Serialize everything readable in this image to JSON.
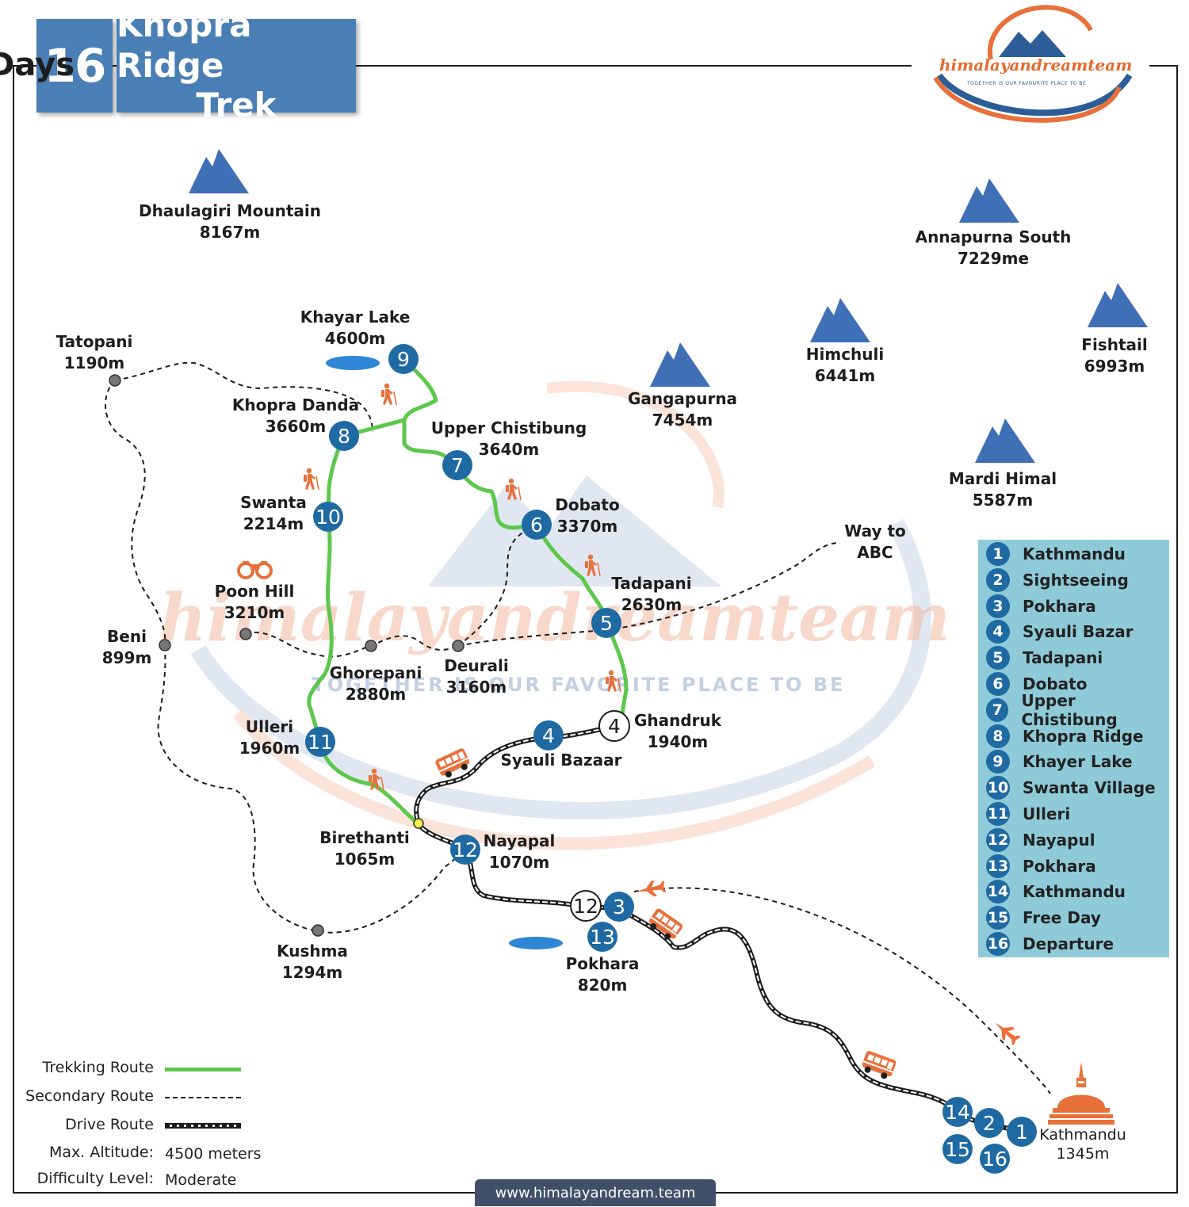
{
  "title": {
    "days_number": "16",
    "days_word": "Days",
    "line1": "Khopra Ridge",
    "line2": "Trek"
  },
  "logo": {
    "name": "himalayandreamteam",
    "tagline": "TOGETHER IS OUR FAVOURITE PLACE TO BE"
  },
  "watermark": {
    "name": "himalayandreamteam",
    "tagline": "TOGETHER IS OUR FAVORITE PLACE TO BE"
  },
  "mountains": [
    {
      "name": "Dhaulagiri Mountain",
      "alt": "8167m"
    },
    {
      "name": "Annapurna South",
      "alt": "7229me"
    },
    {
      "name": "Gangapurna",
      "alt": "7454m"
    },
    {
      "name": "Himchuli",
      "alt": "6441m"
    },
    {
      "name": "Fishtail",
      "alt": "6993m"
    },
    {
      "name": "Mardi Himal",
      "alt": "5587m"
    }
  ],
  "places": {
    "khayar_lake": {
      "name": "Khayar Lake",
      "alt": "4600m"
    },
    "tatopani": {
      "name": "Tatopani",
      "alt": "1190m"
    },
    "khopra_danda": {
      "name": "Khopra Danda",
      "alt": "3660m"
    },
    "upper_chistibung": {
      "name": "Upper Chistibung",
      "alt": "3640m"
    },
    "swanta": {
      "name": "Swanta",
      "alt": "2214m"
    },
    "dobato": {
      "name": "Dobato",
      "alt": "3370m"
    },
    "way_abc": {
      "line1": "Way to",
      "line2": "ABC"
    },
    "poon_hill": {
      "name": "Poon Hill",
      "alt": "3210m"
    },
    "tadapani": {
      "name": "Tadapani",
      "alt": "2630m"
    },
    "beni": {
      "name": "Beni",
      "alt": "899m"
    },
    "ghorepani": {
      "name": "Ghorepani",
      "alt": "2880m"
    },
    "deurali": {
      "name": "Deurali",
      "alt": "3160m"
    },
    "ulleri": {
      "name": "Ulleri",
      "alt": "1960m"
    },
    "ghandruk": {
      "name": "Ghandruk",
      "alt": "1940m"
    },
    "syauli_bazaar": {
      "name": "Syauli Bazaar"
    },
    "birethanti": {
      "name": "Birethanti",
      "alt": "1065m"
    },
    "nayapal": {
      "name": "Nayapal",
      "alt": "1070m"
    },
    "kushma": {
      "name": "Kushma",
      "alt": "1294m"
    },
    "pokhara": {
      "name": "Pokhara",
      "alt": "820m"
    },
    "kathmandu": {
      "name": "Kathmandu",
      "alt": "1345m"
    }
  },
  "markers": [
    "1",
    "2",
    "3",
    "4",
    "5",
    "6",
    "7",
    "8",
    "9",
    "10",
    "11",
    "12",
    "13",
    "14",
    "15",
    "16"
  ],
  "itinerary": [
    {
      "day": "1",
      "place": "Kathmandu"
    },
    {
      "day": "2",
      "place": "Sightseeing"
    },
    {
      "day": "3",
      "place": "Pokhara"
    },
    {
      "day": "4",
      "place": "Syauli Bazar"
    },
    {
      "day": "5",
      "place": "Tadapani"
    },
    {
      "day": "6",
      "place": "Dobato"
    },
    {
      "day": "7",
      "place": "Upper Chistibung"
    },
    {
      "day": "8",
      "place": "Khopra Ridge"
    },
    {
      "day": "9",
      "place": "Khayer Lake"
    },
    {
      "day": "10",
      "place": "Swanta Village"
    },
    {
      "day": "11",
      "place": "Ulleri"
    },
    {
      "day": "12",
      "place": "Nayapul"
    },
    {
      "day": "13",
      "place": "Pokhara"
    },
    {
      "day": "14",
      "place": "Kathmandu"
    },
    {
      "day": "15",
      "place": "Free Day"
    },
    {
      "day": "16",
      "place": "Departure"
    }
  ],
  "legend": {
    "trekking": "Trekking Route",
    "secondary": "Secondary Route",
    "drive": "Drive Route",
    "max_alt_label": "Max. Altitude:",
    "max_alt_value": "4500 meters",
    "difficulty_label": "Difficulty Level:",
    "difficulty_value": "Moderate"
  },
  "colors": {
    "trek": "#5cc84b",
    "marker": "#1f6aa3",
    "mountain": "#3f6fb5",
    "accent": "#e8703a",
    "legend_bg": "#8ecad8",
    "title_bg": "#4a7fb6"
  },
  "icons": [
    "mountain-icon",
    "trekker-icon",
    "binoculars-icon",
    "bus-icon",
    "plane-icon",
    "stupa-icon",
    "lake-icon"
  ],
  "footer": {
    "url": "www.himalayandream.team"
  }
}
